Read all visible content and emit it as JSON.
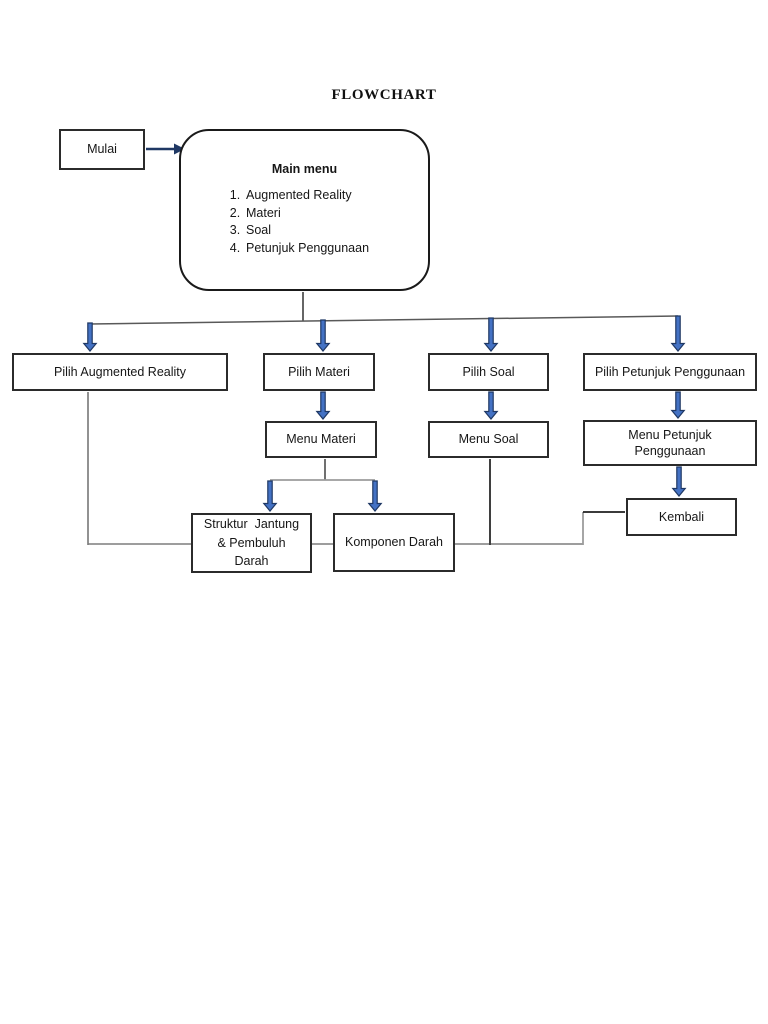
{
  "title": "FLOWCHART",
  "nodes": {
    "mulai": "Mulai",
    "main_menu": {
      "title": "Main menu",
      "items": [
        {
          "num": "1.",
          "label": "Augmented Reality"
        },
        {
          "num": "2.",
          "label": "Materi"
        },
        {
          "num": "3.",
          "label": "Soal"
        },
        {
          "num": "4.",
          "label": "Petunjuk Penggunaan"
        }
      ]
    },
    "pilih_augmented_reality": "Pilih Augmented Reality",
    "pilih_materi": "Pilih Materi",
    "pilih_soal": "Pilih Soal",
    "pilih_petunjuk": "Pilih Petunjuk Penggunaan",
    "menu_materi": "Menu Materi",
    "menu_soal": "Menu Soal",
    "menu_petunjuk_lines": [
      "Menu Petunjuk",
      "Penggunaan"
    ],
    "kembali": "Kembali",
    "struktur_lines": [
      "Struktur  Jantung",
      "& Pembuluh",
      "Darah"
    ],
    "komponen_darah": "Komponen Darah"
  },
  "colors": {
    "arrow_fill": "#4472C4",
    "arrow_stroke": "#1F3864",
    "thin_line": "#595959",
    "box_border": "#2b2b2b"
  }
}
